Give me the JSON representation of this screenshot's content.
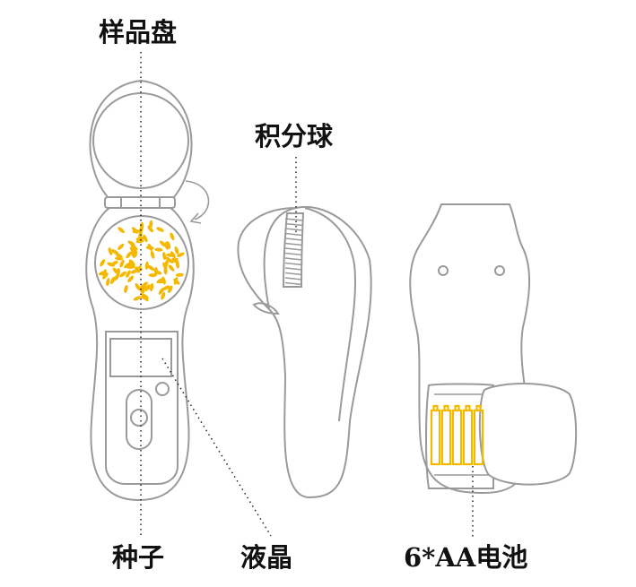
{
  "labels": {
    "sample_tray": "样品盘",
    "integrating_sphere": "积分球",
    "seeds": "种子",
    "lcd": "液晶",
    "batteries": "6*AA电池"
  },
  "colors": {
    "outline": "#9a9a9a",
    "seed_fill": "#f5b800",
    "leader_line": "#222222",
    "text": "#111111",
    "background": "#ffffff"
  }
}
